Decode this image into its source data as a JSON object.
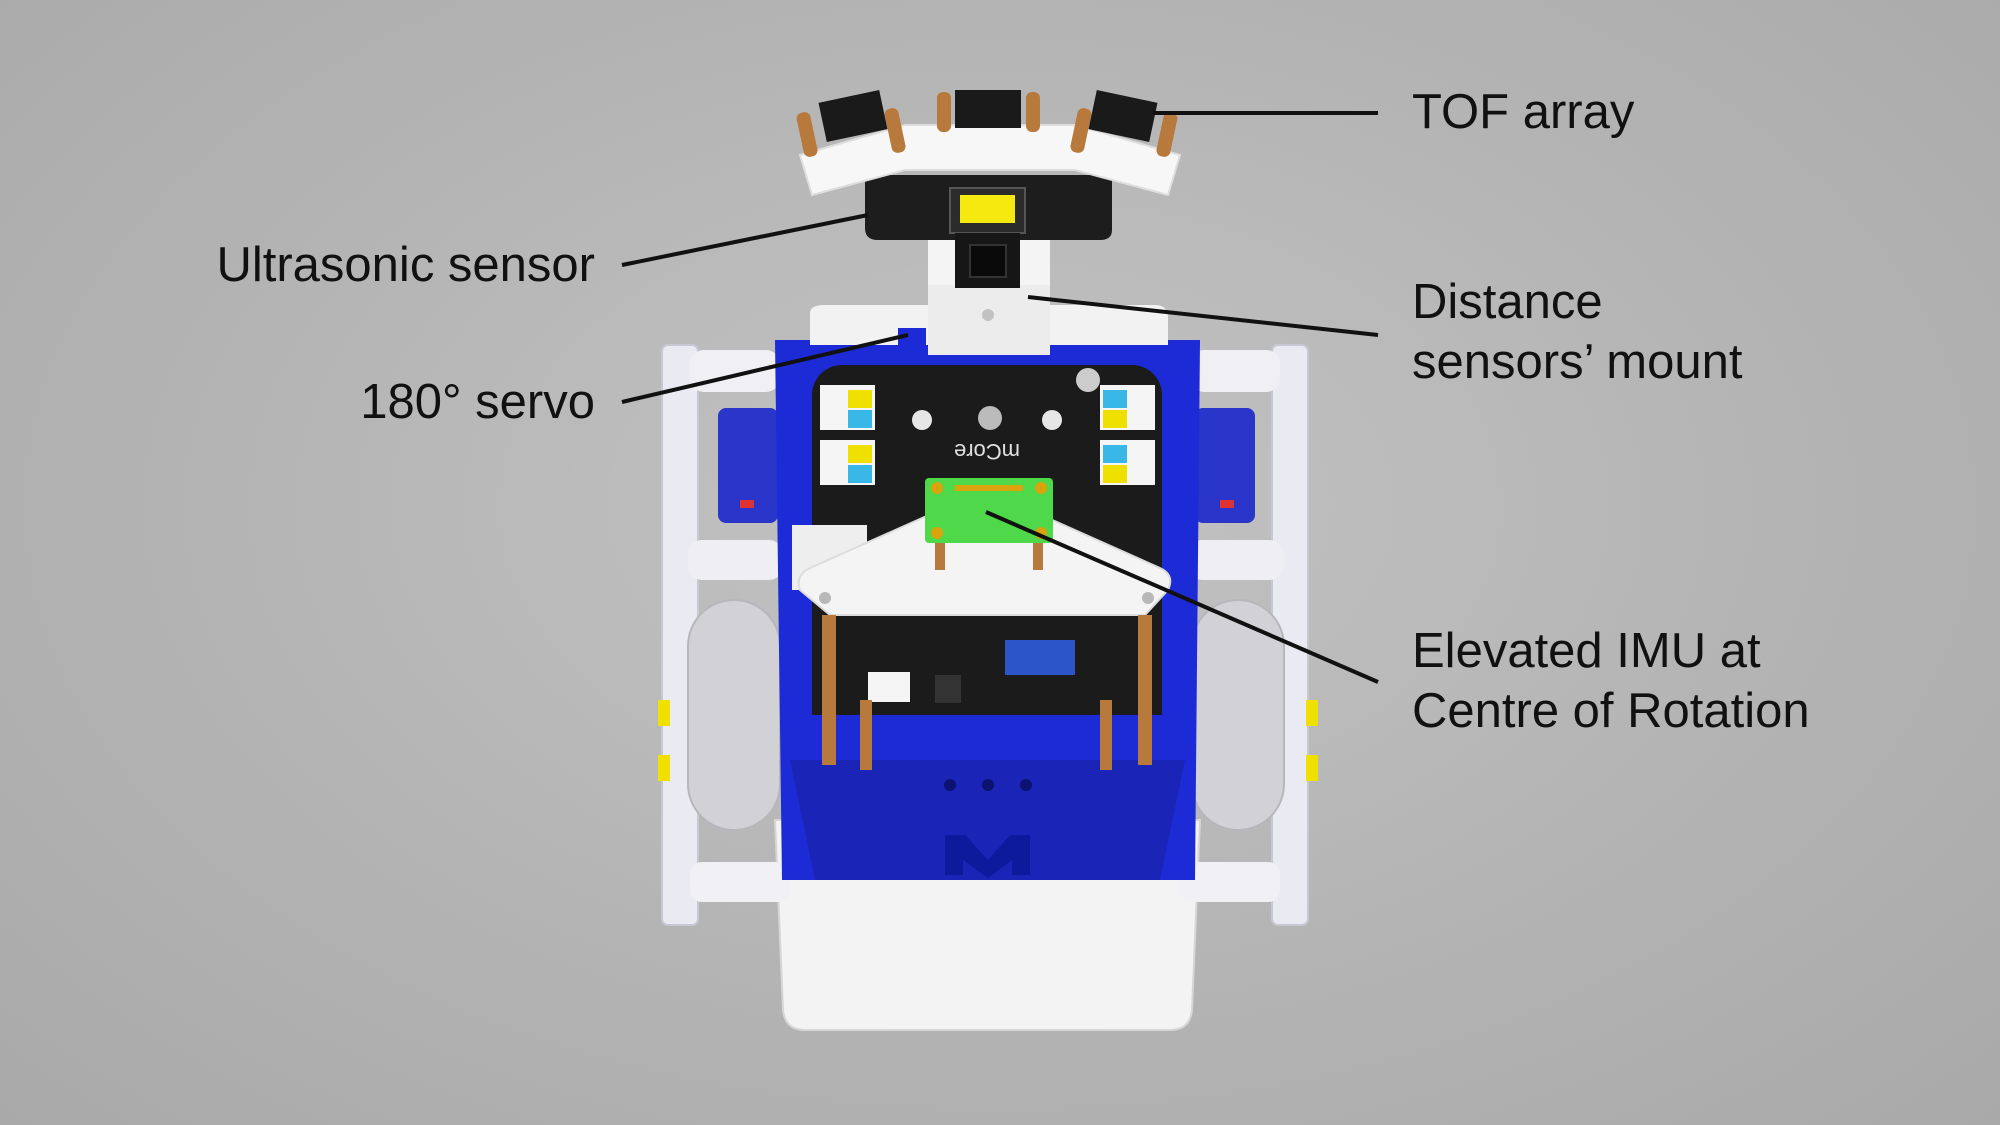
{
  "labels": {
    "tof_array": "TOF array",
    "ultrasonic_sensor": "Ultrasonic sensor",
    "distance_mount_line1": "Distance",
    "distance_mount_line2": "sensors’ mount",
    "servo": "180° servo",
    "imu_line1": "Elevated IMU at",
    "imu_line2": "Centre of Rotation"
  },
  "board_silkscreen": "mCore",
  "colors": {
    "chassis_blue": "#1d2bd6",
    "pcb_black": "#1b1b1b",
    "imu_green": "#4fd84a",
    "standoff_brass": "#b87a3c",
    "printed_white": "#f2f2f2"
  }
}
